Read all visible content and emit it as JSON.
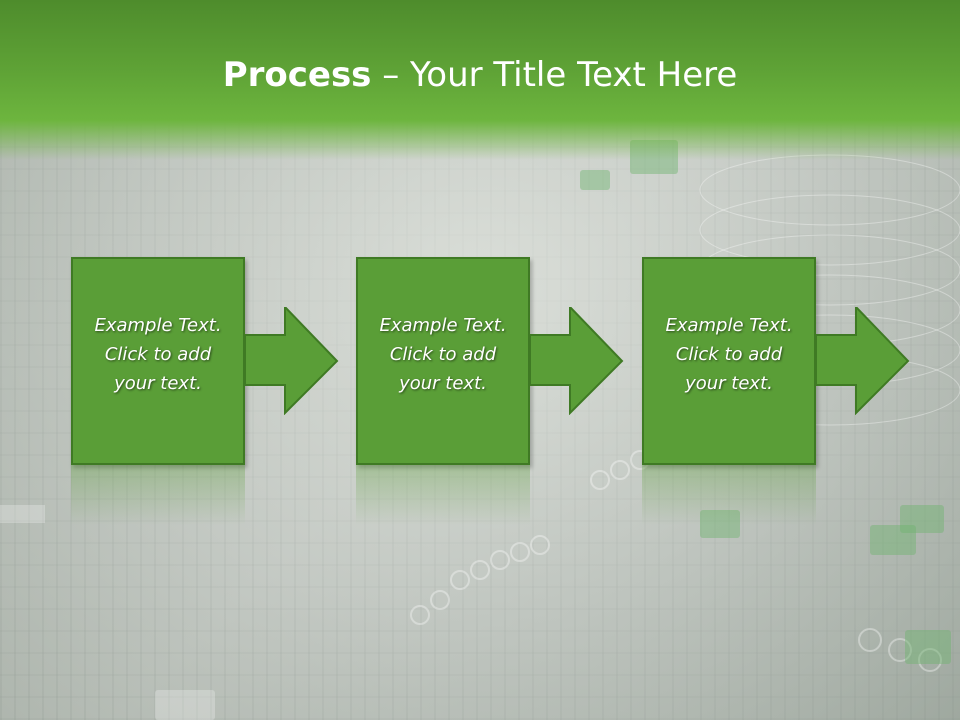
{
  "slide": {
    "title_bold": "Process",
    "title_rest": " – Your Title Text Here"
  },
  "steps": [
    {
      "text": "Example Text.\nClick  to add\nyour text."
    },
    {
      "text": "Example Text.\nClick  to add\nyour text."
    },
    {
      "text": "Example Text.\nClick  to add\nyour text."
    }
  ],
  "colors": {
    "header_green": "#5fa336",
    "box_fill": "#5a9e37",
    "box_border": "#3f7a24"
  }
}
